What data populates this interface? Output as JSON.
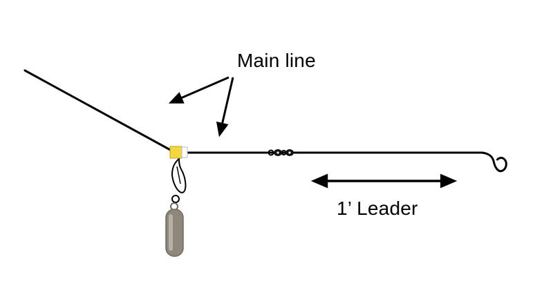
{
  "labels": {
    "main_line": "Main line",
    "leader": "1’ Leader"
  },
  "colors": {
    "line": "#000000",
    "bead_stop": "#f5d63e",
    "bead_cap": "#ffffff",
    "sinker_body": "#8e887a",
    "sinker_edge": "#6e6a5e",
    "swivel": "#111111",
    "background": "#ffffff"
  },
  "components": [
    "main-line",
    "bead-stopper",
    "snap-clip",
    "sinker-weight",
    "barrel-swivel",
    "leader-line",
    "hook"
  ]
}
